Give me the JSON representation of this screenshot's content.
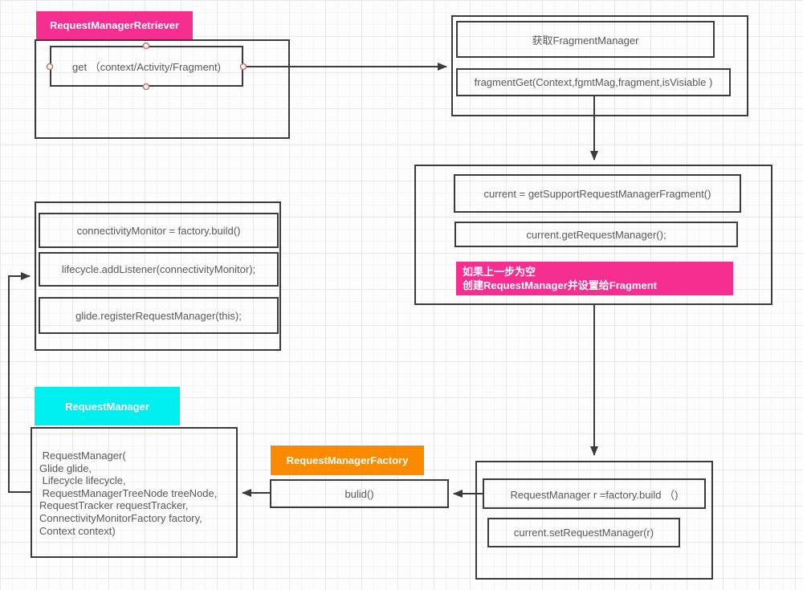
{
  "colors": {
    "pink": "#f52e90",
    "cyan": "#00f0f0",
    "orange": "#fa8b00",
    "border": "#3b3b3b",
    "text": "#595959"
  },
  "nodes": {
    "retriever": {
      "header": "RequestManagerRetriever",
      "get_method": "get （context/Activity/Fragment)"
    },
    "get_fragment_manager": {
      "title": "获取FragmentManager",
      "method": "fragmentGet(Context,fgmtMag,fragment,isVisiable )"
    },
    "support_fragment": {
      "line1": "current = getSupportRequestManagerFragment()",
      "line2": "current.getRequestManager();",
      "note_line1": "如果上一步为空",
      "note_line2": "创建RequestManager并设置给Fragment"
    },
    "register_block": {
      "line1": "connectivityMonitor = factory.build()",
      "line2": "lifecycle.addListener(connectivityMonitor);",
      "line3": "glide.registerRequestManager(this);"
    },
    "request_manager": {
      "header": "RequestManager",
      "constructor_lines": [
        " RequestManager(",
        "Glide glide,",
        " Lifecycle lifecycle,",
        " RequestManagerTreeNode treeNode,",
        "RequestTracker requestTracker,",
        "ConnectivityMonitorFactory factory,",
        "Context context)"
      ]
    },
    "factory": {
      "header": "RequestManagerFactory",
      "method": "bulid()"
    },
    "build_block": {
      "line1": "RequestManager r =factory.build （)",
      "line2": "current.setRequestManager(r)"
    }
  }
}
